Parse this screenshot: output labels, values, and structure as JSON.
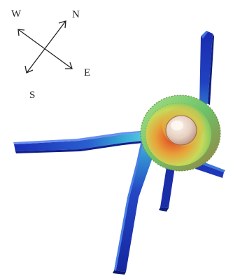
{
  "compass": {
    "north": "N",
    "east": "E",
    "south": "S",
    "west": "W"
  },
  "colors": {
    "background": "#ffffff",
    "blade_dark": "#1b2fb0",
    "blade_light": "#3fb6d8",
    "hub_outer": "#7bc96a",
    "hub_inner": "#d94a2b",
    "cap": "#e8d8cc"
  },
  "icons": [
    "compass-rose-icon"
  ]
}
